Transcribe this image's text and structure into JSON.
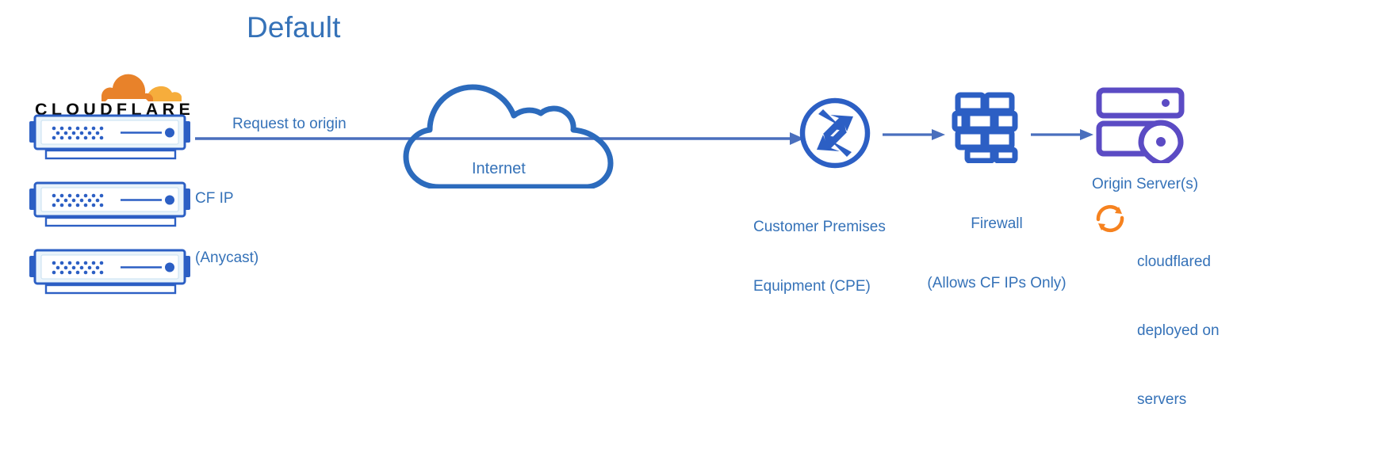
{
  "diagram": {
    "title": "Default",
    "accent_blue": "#2c5fc4",
    "label_blue": "#3572b8",
    "line_blue": "#4a6fbd",
    "purple": "#5b4bc4",
    "orange": "#f6821f",
    "orange_light": "#f6ad3c",
    "server_fill": "#eaf4fb",
    "background": "#ffffff"
  },
  "brand": {
    "wordmark": "CLOUDFLARE",
    "registered_mark": "·",
    "logo_name": "cloudflare-cloud-logo"
  },
  "nodes": {
    "edge_servers": {
      "name": "cloudflare-edge-servers",
      "count": 3
    },
    "internet": {
      "label": "Internet",
      "icon": "cloud-icon"
    },
    "cpe": {
      "label_line1": "Customer Premises",
      "label_line2": "Equipment (CPE)",
      "icon": "router-icon"
    },
    "firewall": {
      "label_line1": "Firewall",
      "label_line2": "(Allows CF IPs Only)",
      "icon": "brick-wall-icon"
    },
    "origin": {
      "label": "Origin Server(s)",
      "icon": "server-rack-pin-icon",
      "note_line1": "cloudflared",
      "note_line2": "deployed on",
      "note_line3": "servers",
      "note_icon": "sync-arrows-icon"
    }
  },
  "connections": {
    "request": {
      "label": "Request to origin",
      "sublabel_line1": "CF IP",
      "sublabel_line2": "(Anycast)"
    }
  }
}
